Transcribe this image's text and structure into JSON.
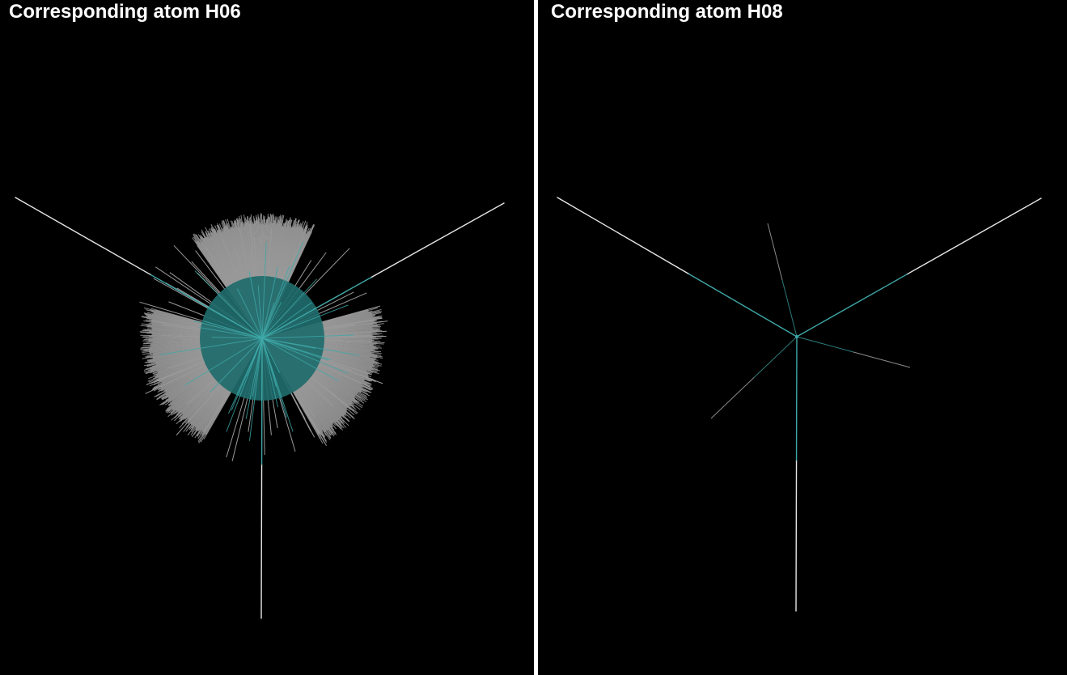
{
  "panels": [
    {
      "title": "Corresponding atom H06",
      "style": "dense-fan"
    },
    {
      "title": "Corresponding atom H08",
      "style": "sparse-star"
    }
  ],
  "colors": {
    "background": "#000000",
    "divider": "#ffffff",
    "bond_white": "#e6e6e6",
    "bond_teal": "#3fa8a8",
    "fan_grey": "#9a9a9a",
    "disk_teal": "#1f6b6b"
  }
}
